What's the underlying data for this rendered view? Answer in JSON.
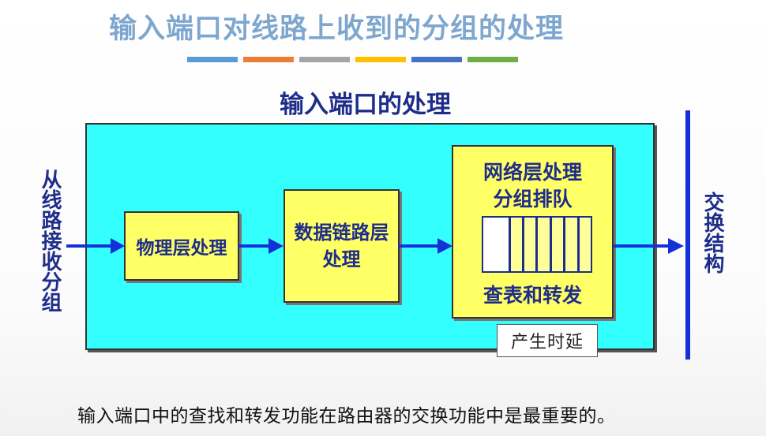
{
  "slide": {
    "title": "输入端口对线路上收到的分组的处理",
    "title_bar_colors": [
      "#5b9bd5",
      "#ed7d31",
      "#a5a5a5",
      "#ffc000",
      "#4472c4",
      "#70ad47"
    ]
  },
  "diagram": {
    "heading": "输入端口的处理",
    "input_label": "从线路接收分组",
    "physical_layer": "物理层处理",
    "data_link_layer": "数据链路层处理",
    "network_layer": {
      "line1": "网络层处理",
      "line2": "分组排队",
      "lookup": "查表和转发"
    },
    "delay_label": "产生时延",
    "output_label": "交换结构"
  },
  "footer": {
    "note": "输入端口中的查找和转发功能在路由器的交换功能中是最重要的。"
  },
  "colors": {
    "port_background": "#33ffff",
    "box_fill": "#ffff66",
    "arrow": "#1430d8",
    "text_dark_blue": "#1f2d8a",
    "title_blue": "#7da7cf"
  }
}
